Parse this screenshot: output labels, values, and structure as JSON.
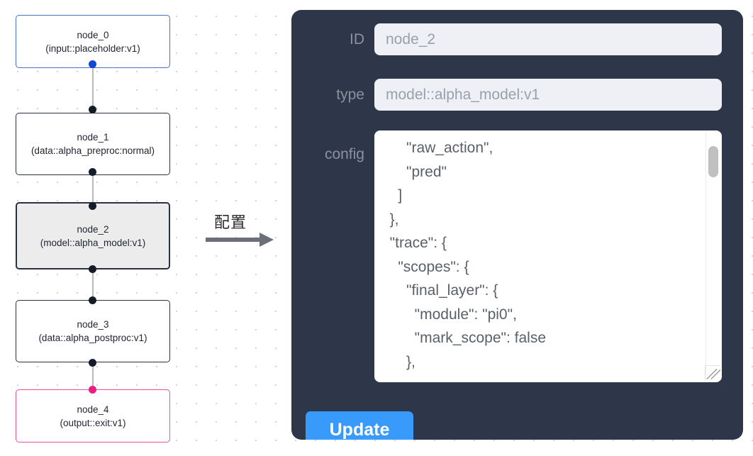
{
  "graph": {
    "nodes": [
      {
        "id": "node_0",
        "type": "(input::placeholder:v1)",
        "state": "input"
      },
      {
        "id": "node_1",
        "type": "(data::alpha_preproc:normal)",
        "state": "normal"
      },
      {
        "id": "node_2",
        "type": "(model::alpha_model:v1)",
        "state": "selected"
      },
      {
        "id": "node_3",
        "type": "(data::alpha_postproc:v1)",
        "state": "normal"
      },
      {
        "id": "node_4",
        "type": "(output::exit:v1)",
        "state": "output"
      }
    ],
    "colors": {
      "input_border": "#4a6fc4",
      "output_border": "#e8529c",
      "default_border": "#2c3141",
      "selected_fill": "#ececec",
      "edge": "#b8b9bd",
      "port_dot": "#151b28",
      "port_dot_input": "#1246d6",
      "port_dot_output": "#ec1d82"
    }
  },
  "transition": {
    "label": "配置",
    "arrow_color": "#6b6f77"
  },
  "panel": {
    "background": "#2e374a",
    "fields": {
      "id_label": "ID",
      "id_value": "node_2",
      "type_label": "type",
      "type_value": "model::alpha_model:v1",
      "config_label": "config",
      "config_value": "      \"raw_action\",\n      \"pred\"\n    ]\n  },\n  \"trace\": {\n    \"scopes\": {\n      \"final_layer\": {\n        \"module\": \"pi0\",\n        \"mark_scope\": false\n      },\n      \"action_model\": {"
    },
    "update_button": "Update",
    "button_color": "#389bfb",
    "input_background": "#eef0f5",
    "input_text_color": "#9aa0ab"
  },
  "watermark": {
    "text_left": "",
    "text_right": ""
  }
}
